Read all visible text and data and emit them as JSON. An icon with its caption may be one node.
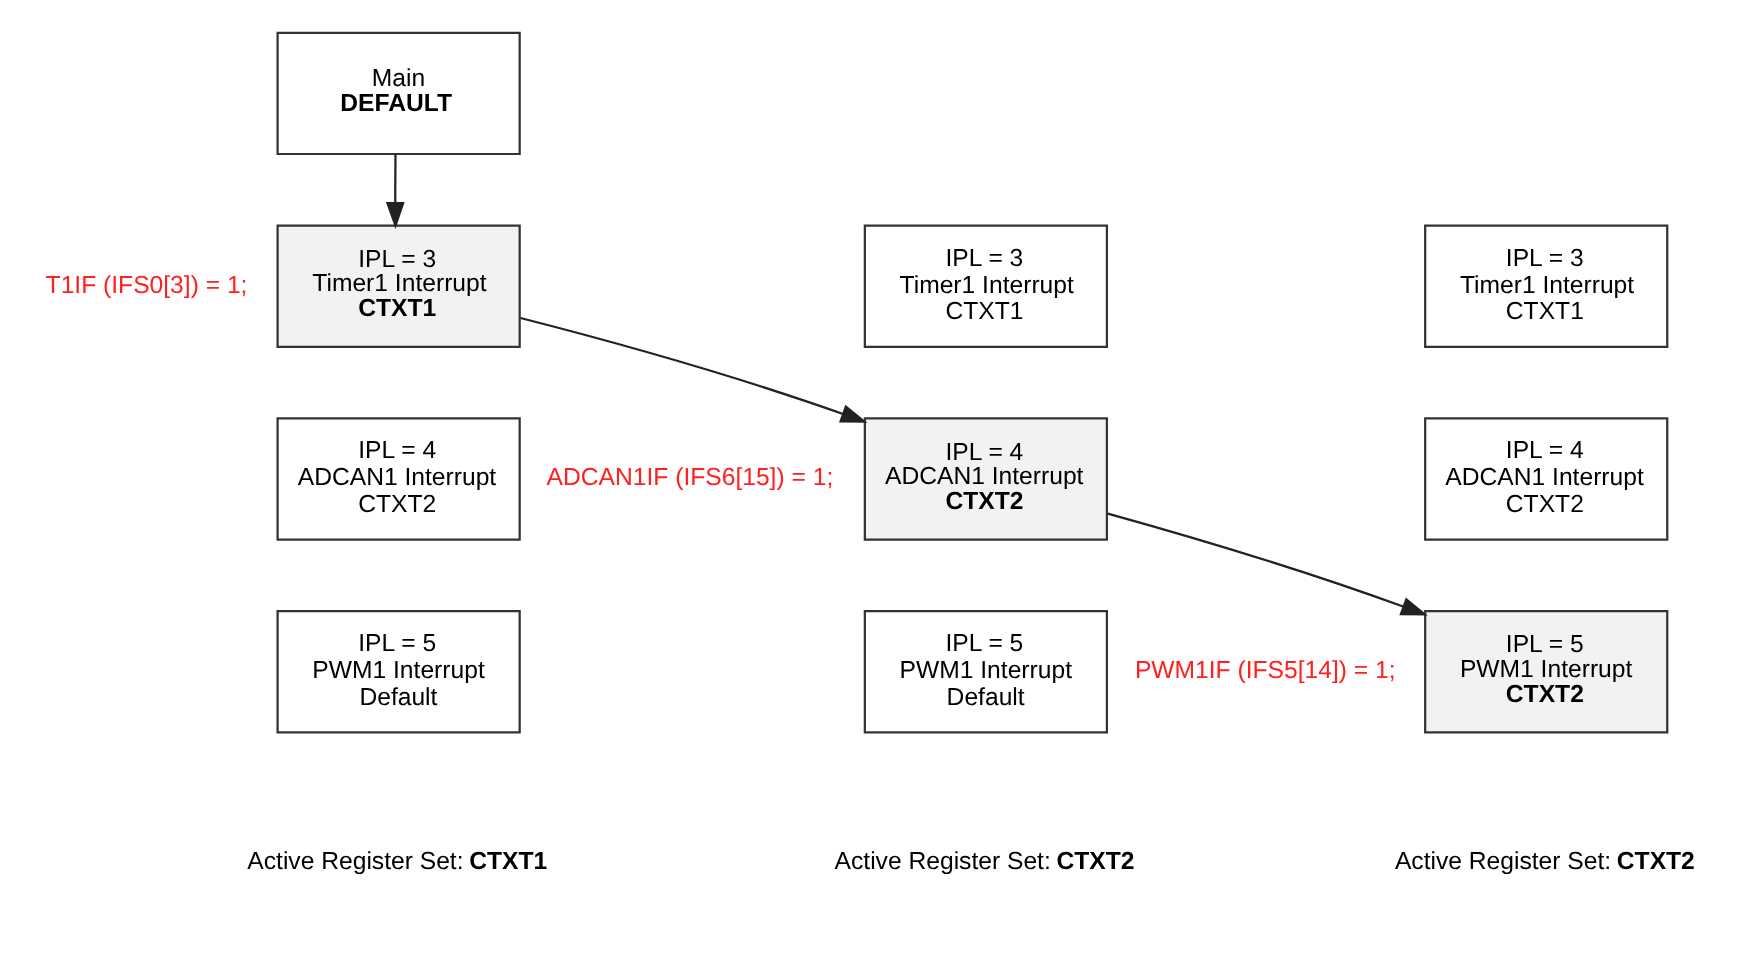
{
  "diagram": {
    "nodes": [
      {
        "text": [
          "Main",
          "DEFAULT"
        ]
      },
      {
        "text": [
          "IPL = 3",
          "Timer1 Interrupt",
          "CTXT1"
        ],
        "beside": [
          "T1IF (IFS0[3]) = 1;"
        ]
      },
      {
        "text": [
          "IPL = 4",
          "ADCAN1 Interrupt",
          "CTXT2"
        ]
      },
      {
        "text": [
          "IPL = 5",
          "PWM1 Interrupt",
          "Default"
        ]
      },
      {
        "text": [
          "IPL = 3",
          "Timer1 Interrupt",
          "CTXT1"
        ]
      },
      {
        "text": [
          "IPL = 4",
          "ADCAN1 Interrupt",
          "CTXT2"
        ],
        "beside": [
          "ADCAN1IF (IFS6[15]) = 1;"
        ]
      },
      {
        "text": [
          "IPL = 5",
          "PWM1 Interrupt",
          "Default"
        ]
      },
      {
        "text": [
          "IPL = 3",
          "Timer1 Interrupt",
          "CTXT1"
        ]
      },
      {
        "text": [
          "IPL = 4",
          "ADCAN1 Interrupt",
          "CTXT2"
        ]
      },
      {
        "text": [
          "IPL = 5",
          "PWM1 Interrupt",
          "CTXT2"
        ],
        "beside": [
          "PWM1IF (IFS5[14]) = 1;"
        ]
      }
    ],
    "edges": [
      {
        "from": 0,
        "to": 1,
        "arrow": "to"
      },
      {
        "from": 1,
        "to": 5,
        "arrow": "to"
      },
      {
        "from": 5,
        "to": 9,
        "arrow": "to"
      }
    ],
    "labels": [
      "Active Register Set: **CTXT1**",
      "Active Register Set: **CTXT2**",
      "Active Register Set: **CTXT2**"
    ]
  }
}
